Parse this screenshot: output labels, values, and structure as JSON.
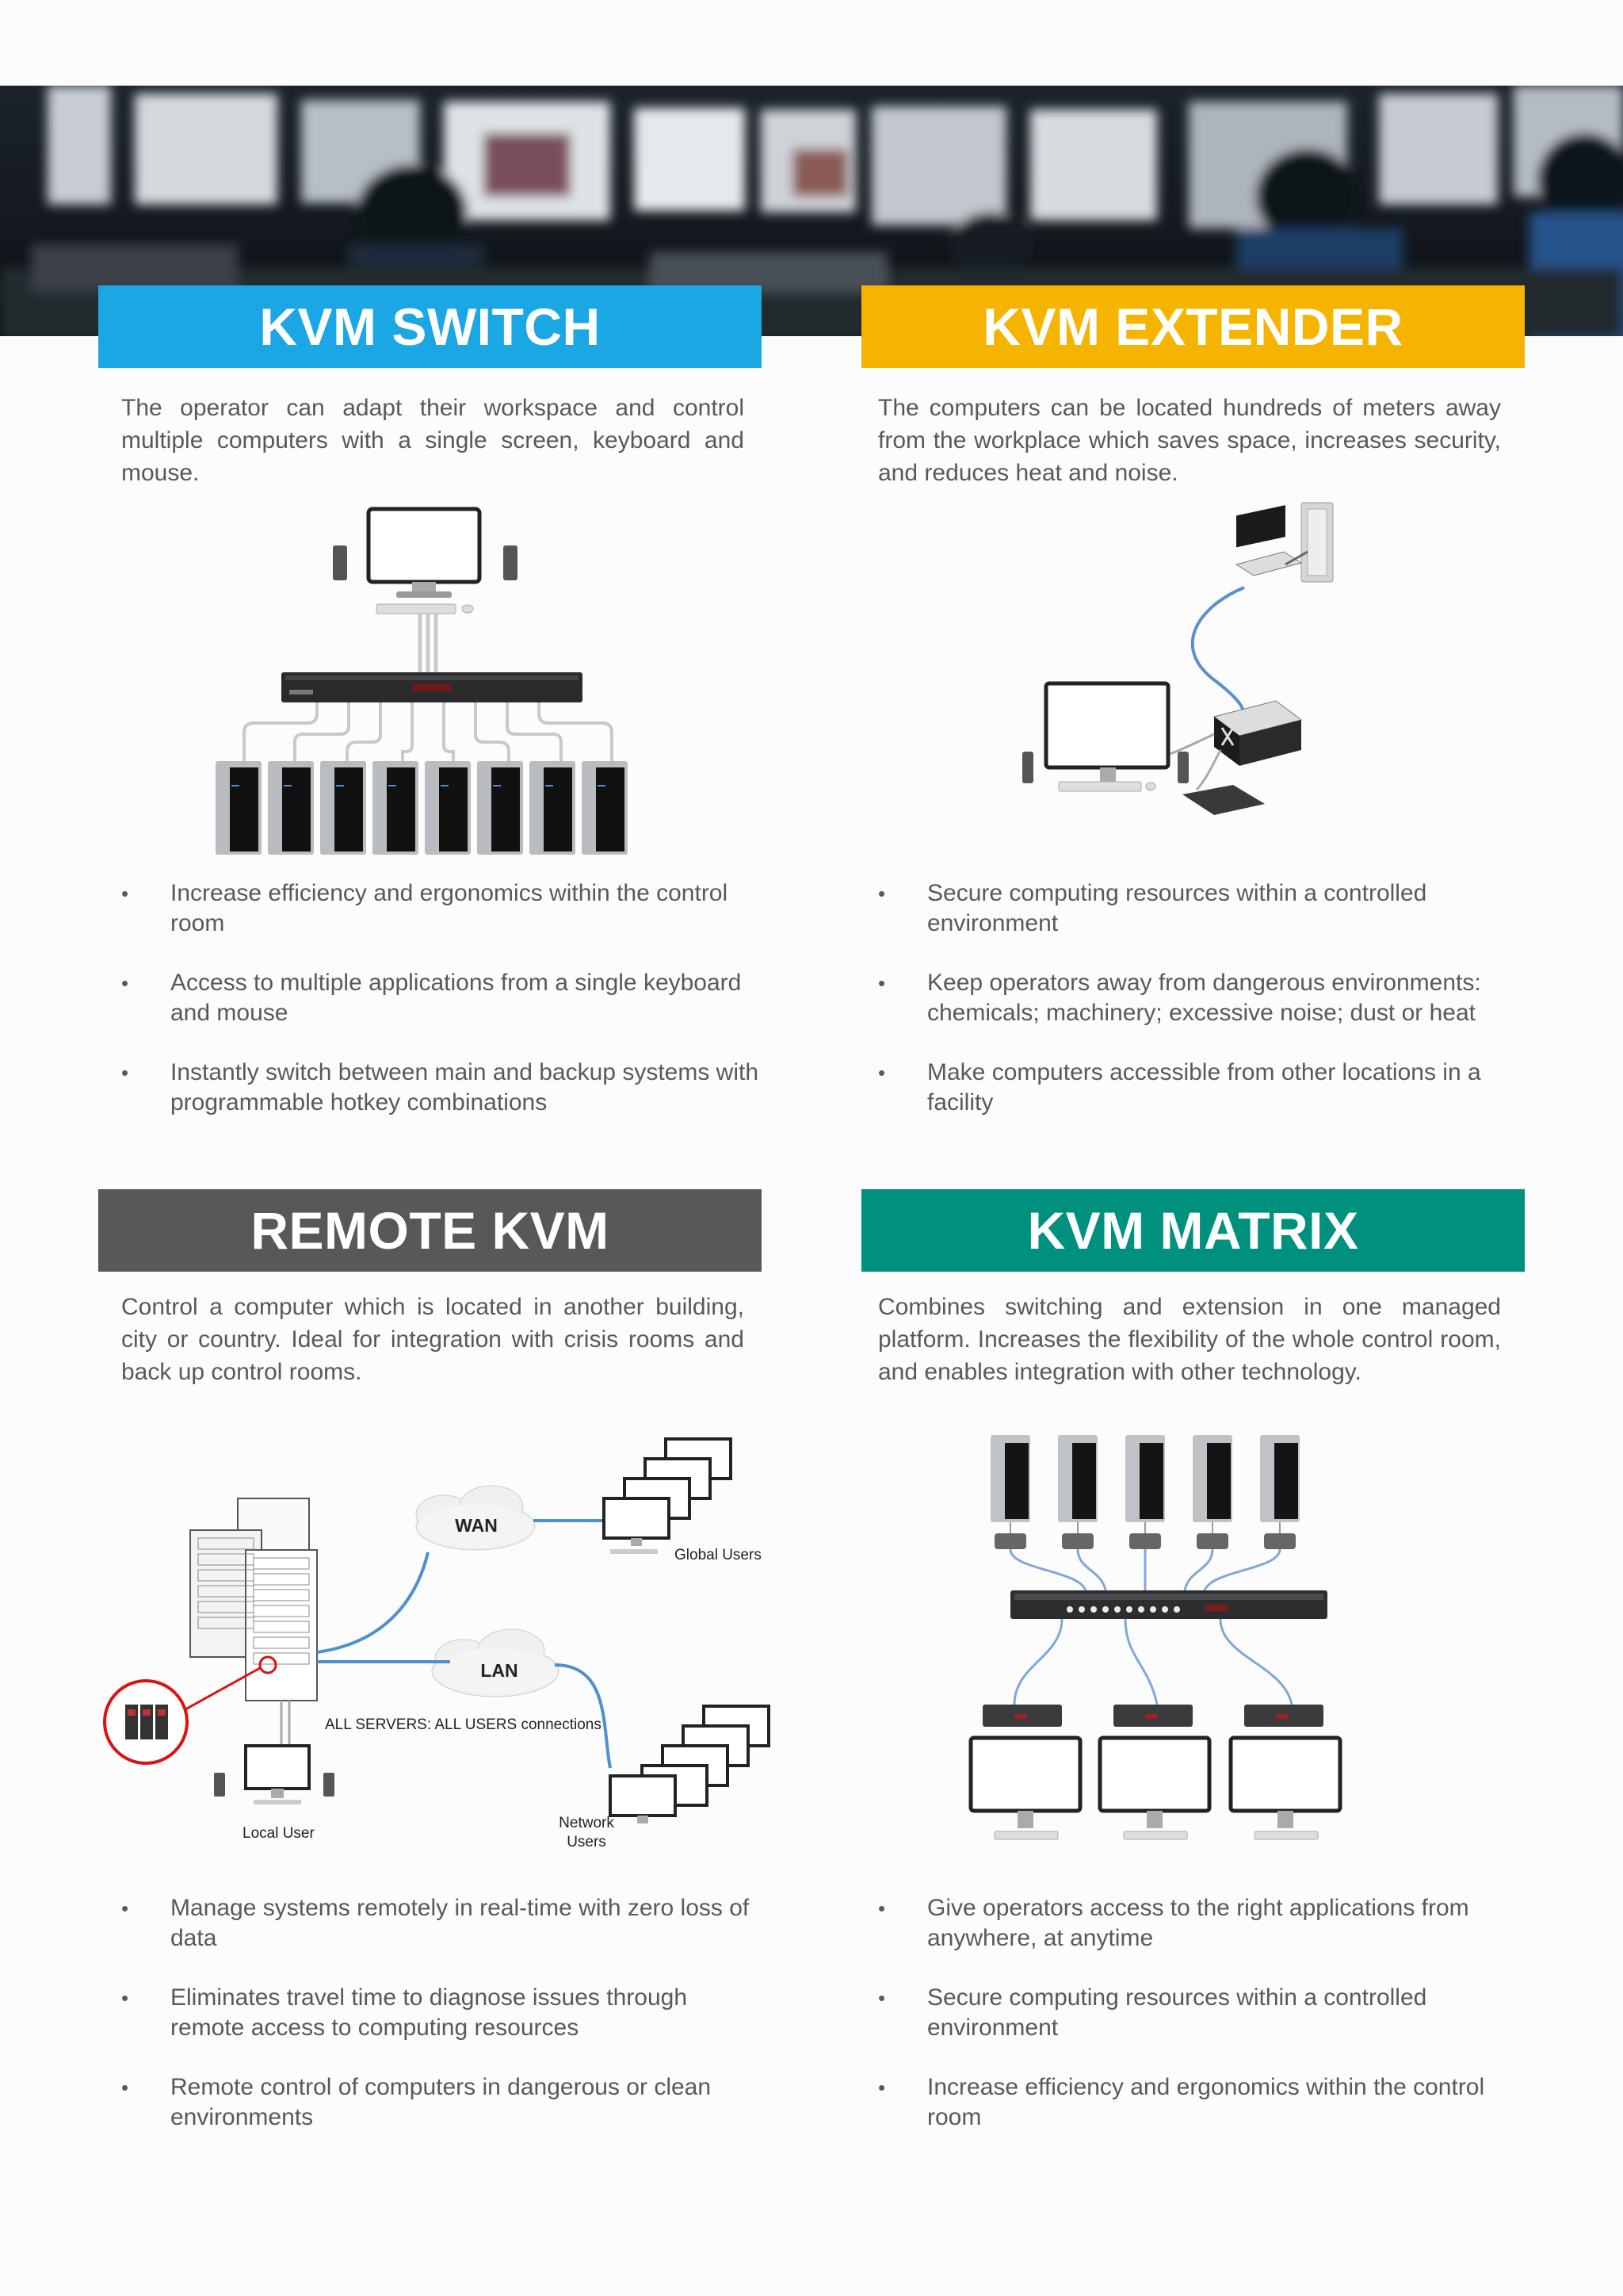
{
  "sections": [
    {
      "title": "KVM SWITCH",
      "color": "#1aa7e3",
      "description": "The operator can adapt their workspace and control multiple computers with a single screen, keyboard and mouse.",
      "bullets": [
        "Increase efficiency and ergonomics within the control room",
        "Access to multiple applications from a single keyboard and mouse",
        "Instantly switch between main and backup systems with programmable hotkey combinations"
      ]
    },
    {
      "title": "KVM EXTENDER",
      "color": "#f5b400",
      "description": "The computers can be located hundreds of meters away from the workplace which saves space, increases security, and reduces heat and noise.",
      "bullets": [
        "Secure computing resources within a controlled environment",
        "Keep operators away from dangerous environments: chemicals; machinery; excessive noise; dust or heat",
        "Make computers accessible from other locations in a facility"
      ]
    },
    {
      "title": "REMOTE KVM",
      "color": "#58585a",
      "description": "Control a computer which is located in another building, city or country. Ideal for integration with crisis rooms and back up control rooms.",
      "bullets": [
        "Manage systems remotely in real-time with zero loss of data",
        "Eliminates travel time to diagnose issues through remote access to computing resources",
        "Remote control of computers in dangerous or clean environments"
      ]
    },
    {
      "title": "KVM MATRIX",
      "color": "#00907e",
      "description": "Combines switching and extension in one managed platform. Increases the flexibility of the whole control room, and enables integration with other technology.",
      "bullets": [
        "Give operators access to the right applications from anywhere, at anytime",
        "Secure computing resources within a controlled environment",
        "Increase efficiency and ergonomics within the control room"
      ]
    }
  ],
  "remote_diagram": {
    "wan": "WAN",
    "lan": "LAN",
    "global_users": "Global Users",
    "all_servers": "ALL SERVERS: ALL USERS connections",
    "local_user": "Local User",
    "network_users_1": "Network",
    "network_users_2": "Users"
  }
}
